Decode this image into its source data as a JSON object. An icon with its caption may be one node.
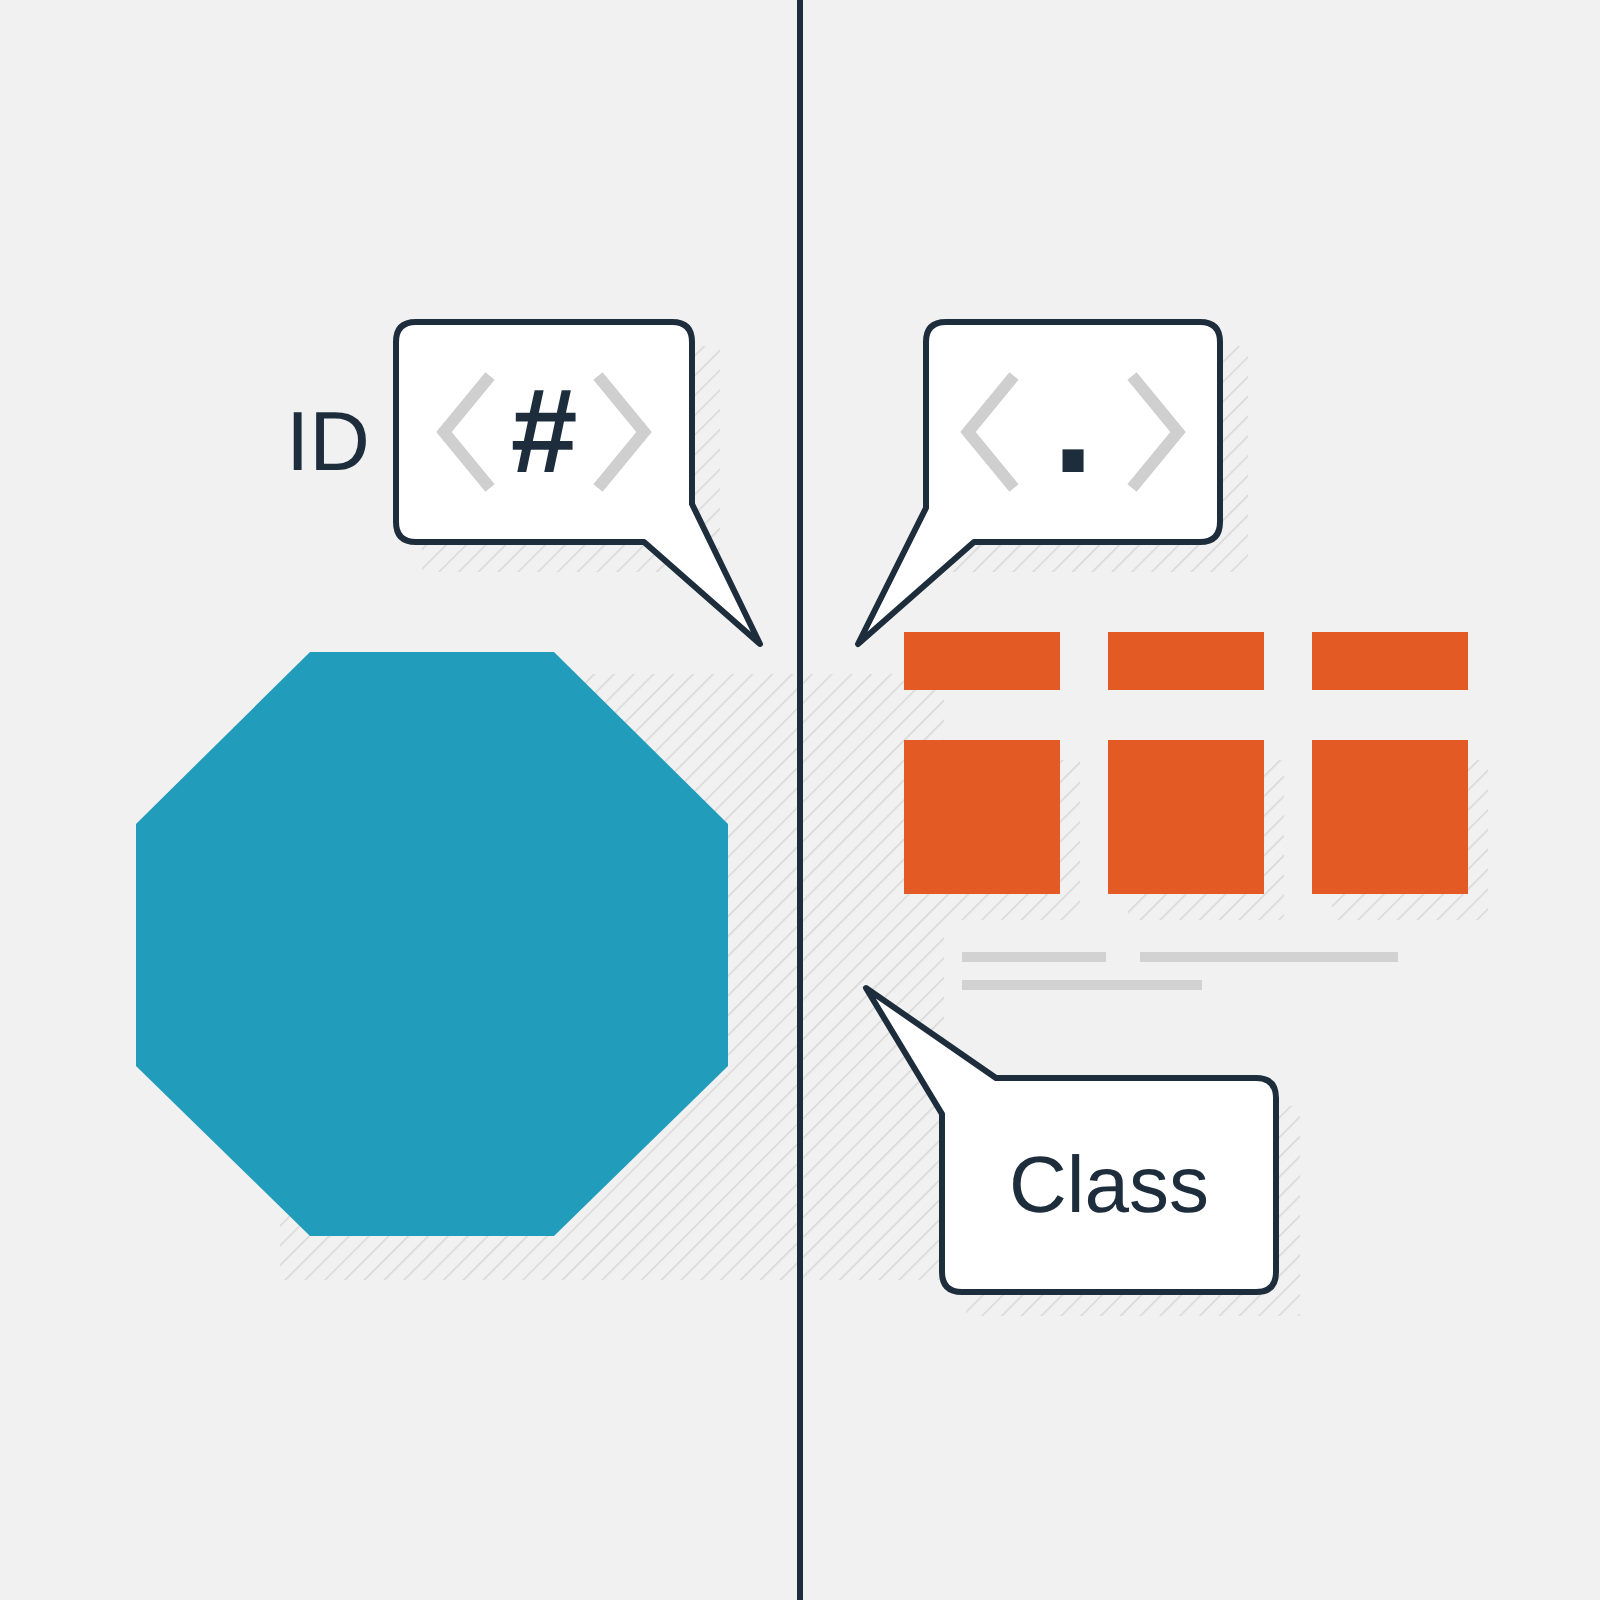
{
  "diagram": {
    "nodes": [
      {
        "text": [
          "#"
        ],
        "beside": [
          "ID"
        ]
      },
      {
        "text": [
          "."
        ]
      },
      {
        "text": [],
        "shape": "octagon"
      },
      {
        "text": [],
        "shape": "box"
      },
      {
        "text": [],
        "shape": "box"
      },
      {
        "text": [],
        "shape": "box"
      },
      {
        "text": [],
        "shape": "box"
      },
      {
        "text": [],
        "shape": "box"
      },
      {
        "text": [],
        "shape": "box"
      },
      {
        "text": [
          "Class"
        ]
      }
    ]
  }
}
